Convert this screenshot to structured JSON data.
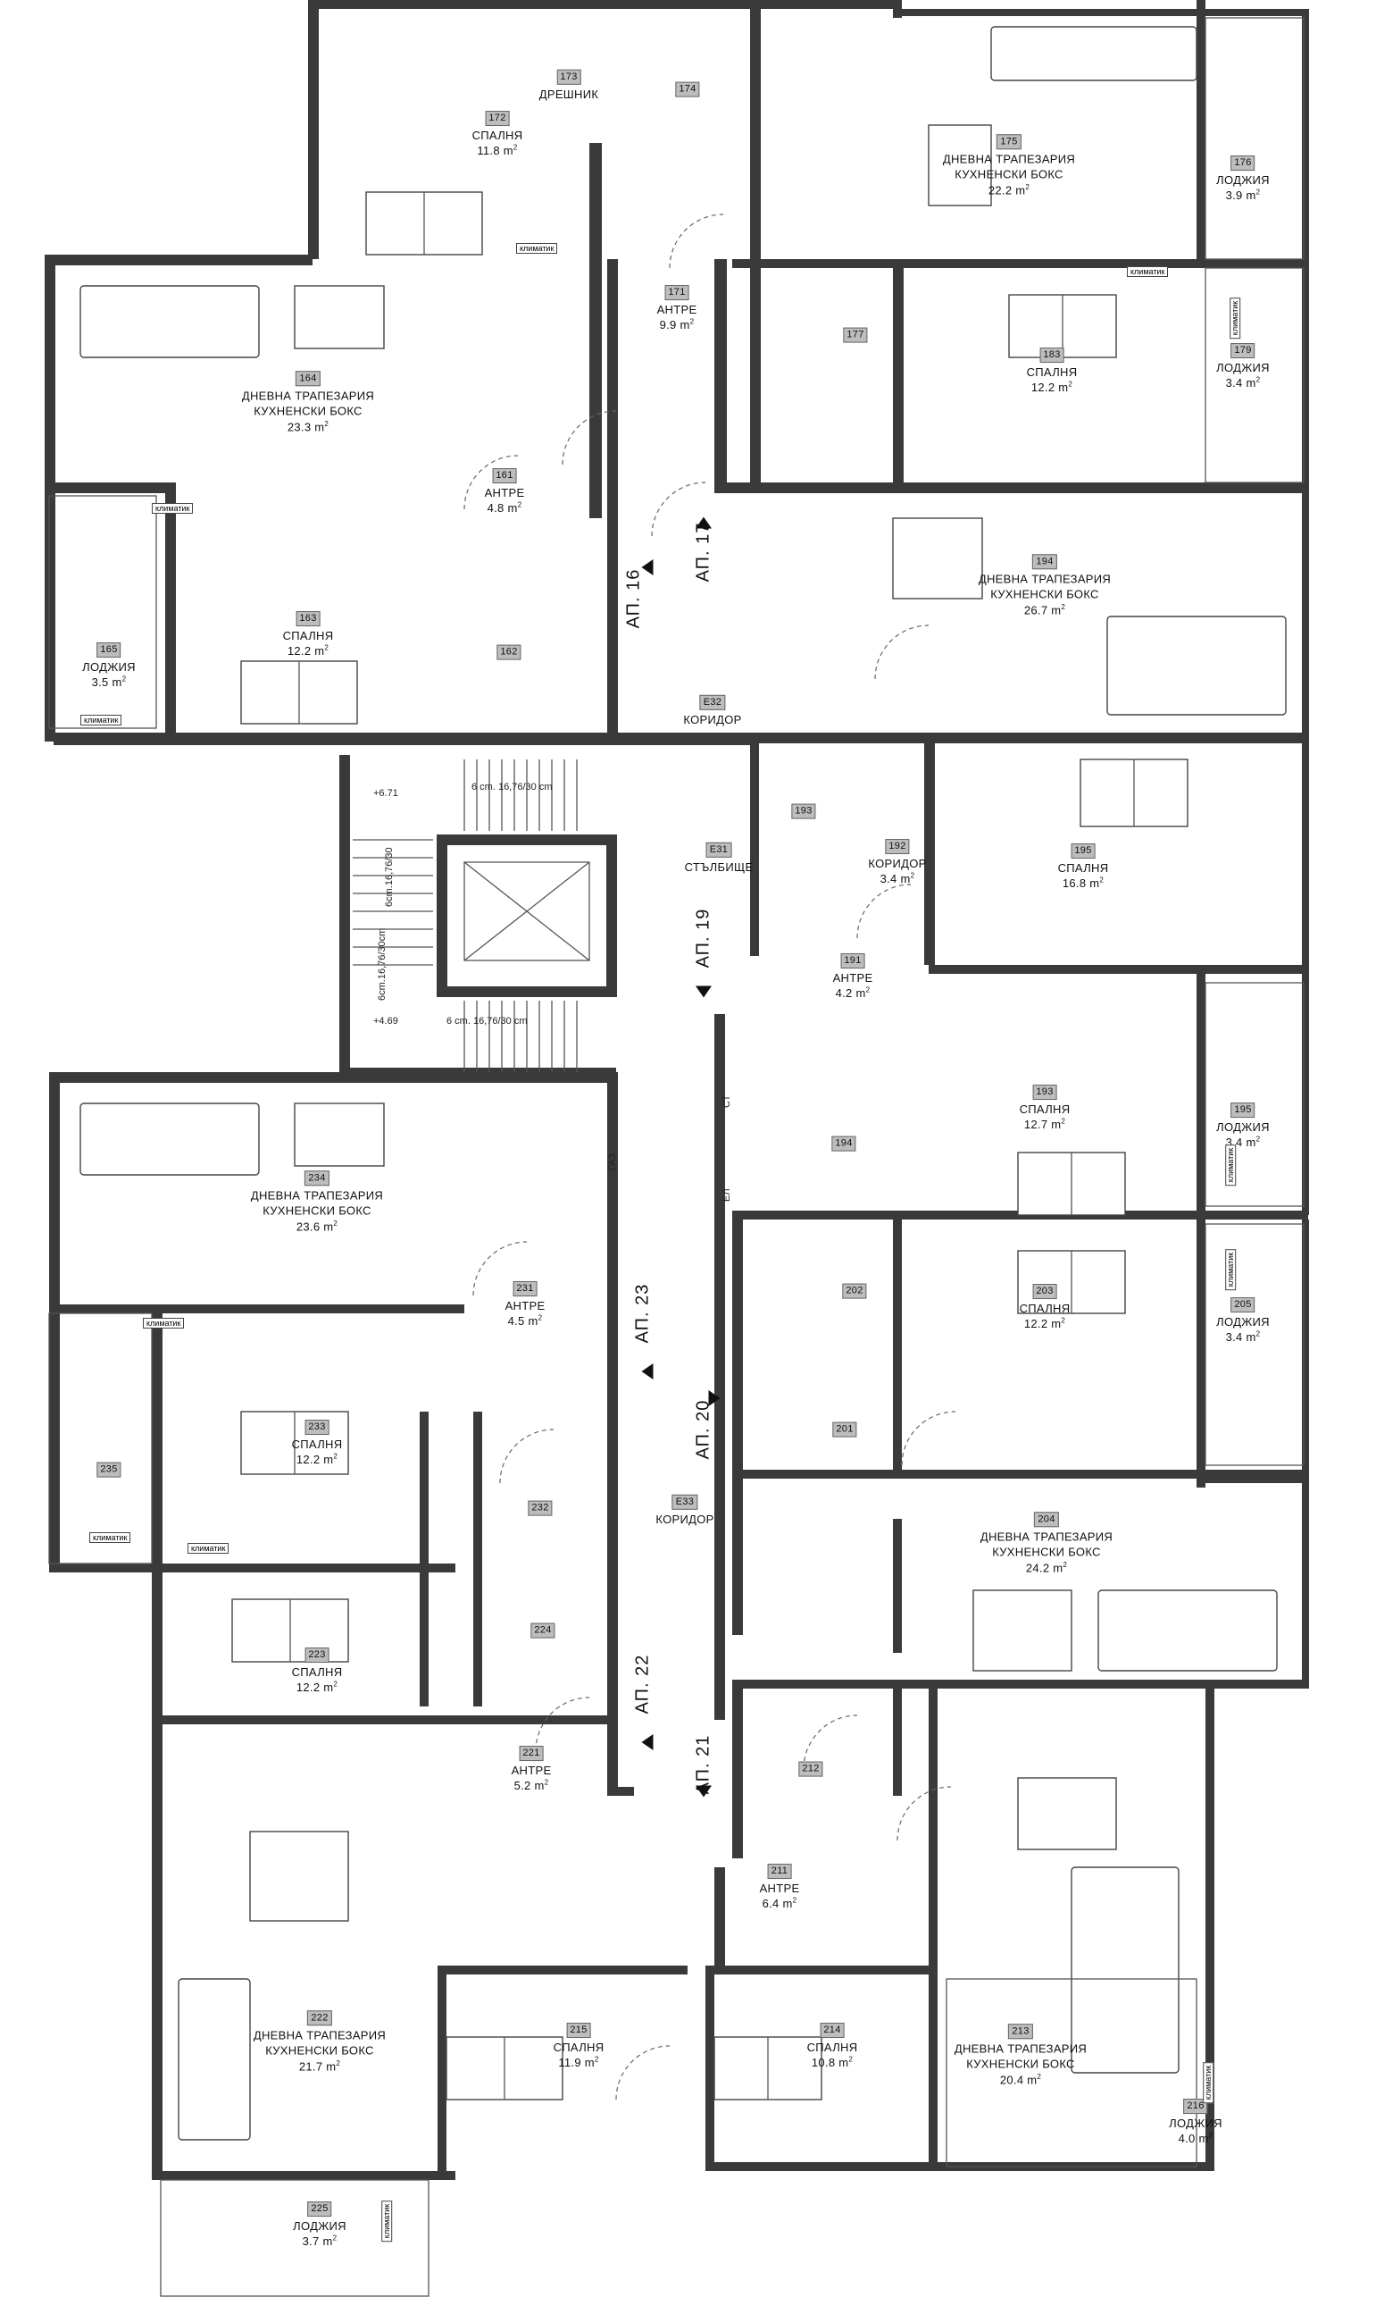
{
  "rooms": [
    {
      "tag": "172",
      "name": "СПАЛНЯ",
      "area": "11.8"
    },
    {
      "tag": "173",
      "name": "ДРЕШНИК",
      "area": ""
    },
    {
      "tag": "174",
      "name": "",
      "area": ""
    },
    {
      "tag": "175",
      "name": "ДНЕВНА ТРАПЕЗАРИЯ КУХНЕНСКИ БОКС",
      "area": "22.2"
    },
    {
      "tag": "176",
      "name": "ЛОДЖИЯ",
      "area": "3.9"
    },
    {
      "tag": "171",
      "name": "АНТРЕ",
      "area": "9.9"
    },
    {
      "tag": "177",
      "name": "",
      "area": ""
    },
    {
      "tag": "183",
      "name": "СПАЛНЯ",
      "area": "12.2"
    },
    {
      "tag": "179",
      "name": "ЛОДЖИЯ",
      "area": "3.4"
    },
    {
      "tag": "164",
      "name": "ДНЕВНА ТРАПЕЗАРИЯ КУХНЕНСКИ БОКС",
      "area": "23.3"
    },
    {
      "tag": "161",
      "name": "АНТРЕ",
      "area": "4.8"
    },
    {
      "tag": "163",
      "name": "СПАЛНЯ",
      "area": "12.2"
    },
    {
      "tag": "162",
      "name": "",
      "area": ""
    },
    {
      "tag": "165",
      "name": "ЛОДЖИЯ",
      "area": "3.5"
    },
    {
      "tag": "194",
      "name": "ДНЕВНА ТРАПЕЗАРИЯ КУХНЕНСКИ БОКС",
      "area": "26.7"
    },
    {
      "tag": "Е32",
      "name": "КОРИДОР",
      "area": ""
    },
    {
      "tag": "193",
      "name": "",
      "area": ""
    },
    {
      "tag": "192",
      "name": "КОРИДОР",
      "area": "3.4"
    },
    {
      "tag": "195",
      "name": "СПАЛНЯ",
      "area": "16.8"
    },
    {
      "tag": "Е31",
      "name": "СТЪЛБИЩЕ",
      "area": ""
    },
    {
      "tag": "191",
      "name": "АНТРЕ",
      "area": "4.2"
    },
    {
      "tag": "193",
      "name": "СПАЛНЯ",
      "area": "12.7"
    },
    {
      "tag": "195",
      "name": "ЛОДЖИЯ",
      "area": "3.4"
    },
    {
      "tag": "194",
      "name": "",
      "area": ""
    },
    {
      "tag": "234",
      "name": "ДНЕВНА ТРАПЕЗАРИЯ КУХНЕНСКИ БОКС",
      "area": "23.6"
    },
    {
      "tag": "231",
      "name": "АНТРЕ",
      "area": "4.5"
    },
    {
      "tag": "202",
      "name": "",
      "area": ""
    },
    {
      "tag": "203",
      "name": "СПАЛНЯ",
      "area": "12.2"
    },
    {
      "tag": "205",
      "name": "ЛОДЖИЯ",
      "area": "3.4"
    },
    {
      "tag": "233",
      "name": "СПАЛНЯ",
      "area": "12.2"
    },
    {
      "tag": "235",
      "name": "",
      "area": ""
    },
    {
      "tag": "232",
      "name": "",
      "area": ""
    },
    {
      "tag": "Е33",
      "name": "КОРИДОР",
      "area": ""
    },
    {
      "tag": "201",
      "name": "",
      "area": ""
    },
    {
      "tag": "204",
      "name": "ДНЕВНА ТРАПЕЗАРИЯ КУХНЕНСКИ БОКС",
      "area": "24.2"
    },
    {
      "tag": "223",
      "name": "СПАЛНЯ",
      "area": "12.2"
    },
    {
      "tag": "224",
      "name": "",
      "area": ""
    },
    {
      "tag": "221",
      "name": "АНТРЕ",
      "area": "5.2"
    },
    {
      "tag": "212",
      "name": "",
      "area": ""
    },
    {
      "tag": "211",
      "name": "АНТРЕ",
      "area": "6.4"
    },
    {
      "tag": "213",
      "name": "ДНЕВНА ТРАПЕЗАРИЯ КУХНЕНСКИ БОКС",
      "area": "20.4"
    },
    {
      "tag": "222",
      "name": "ДНЕВНА ТРАПЕЗАРИЯ КУХНЕНСКИ БОКС",
      "area": "21.7"
    },
    {
      "tag": "215",
      "name": "СПАЛНЯ",
      "area": "11.9"
    },
    {
      "tag": "214",
      "name": "СПАЛНЯ",
      "area": "10.8"
    },
    {
      "tag": "216",
      "name": "ЛОДЖИЯ",
      "area": "4.0"
    },
    {
      "tag": "225",
      "name": "ЛОДЖИЯ",
      "area": "3.7"
    }
  ],
  "area_unit": "m",
  "apartments": [
    "АП. 17",
    "АП. 16",
    "АП. 19",
    "АП. 23",
    "АП. 20",
    "АП. 22",
    "АП. 21"
  ],
  "stair_notes": [
    "6 cm. 16,76/30 cm",
    "+6.71",
    "6cm.16,76/30",
    "6cm.16,76/30cm",
    "+4.69",
    "6 cm. 16,76/30 cm"
  ],
  "klima_label": "климатик",
  "misc_labels": [
    "ГАЗ",
    "СТ",
    "ЕЛ"
  ]
}
